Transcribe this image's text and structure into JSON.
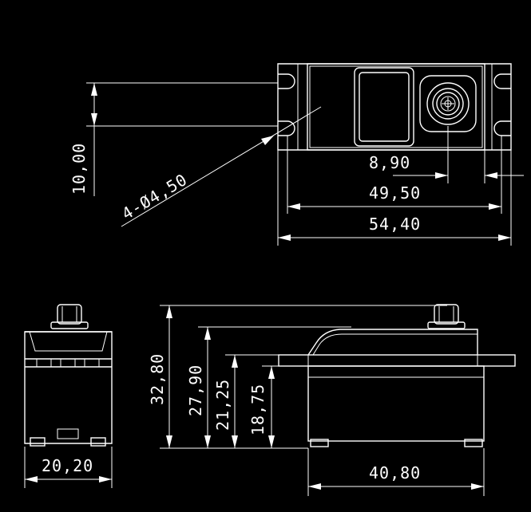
{
  "drawing": {
    "line_color": "#ffffff",
    "background_color": "#000000",
    "dimensions": {
      "bolt_spacing": "10,00",
      "hole_callout": "4-Ø4,50",
      "output_shaft_offset": "8,90",
      "hole_spacing": "49,50",
      "overall_length": "54,40",
      "total_height": "32,80",
      "case_top_height": "27,90",
      "mount_top_height": "21,25",
      "mount_height": "18,75",
      "case_width": "20,20",
      "case_length": "40,80"
    }
  }
}
